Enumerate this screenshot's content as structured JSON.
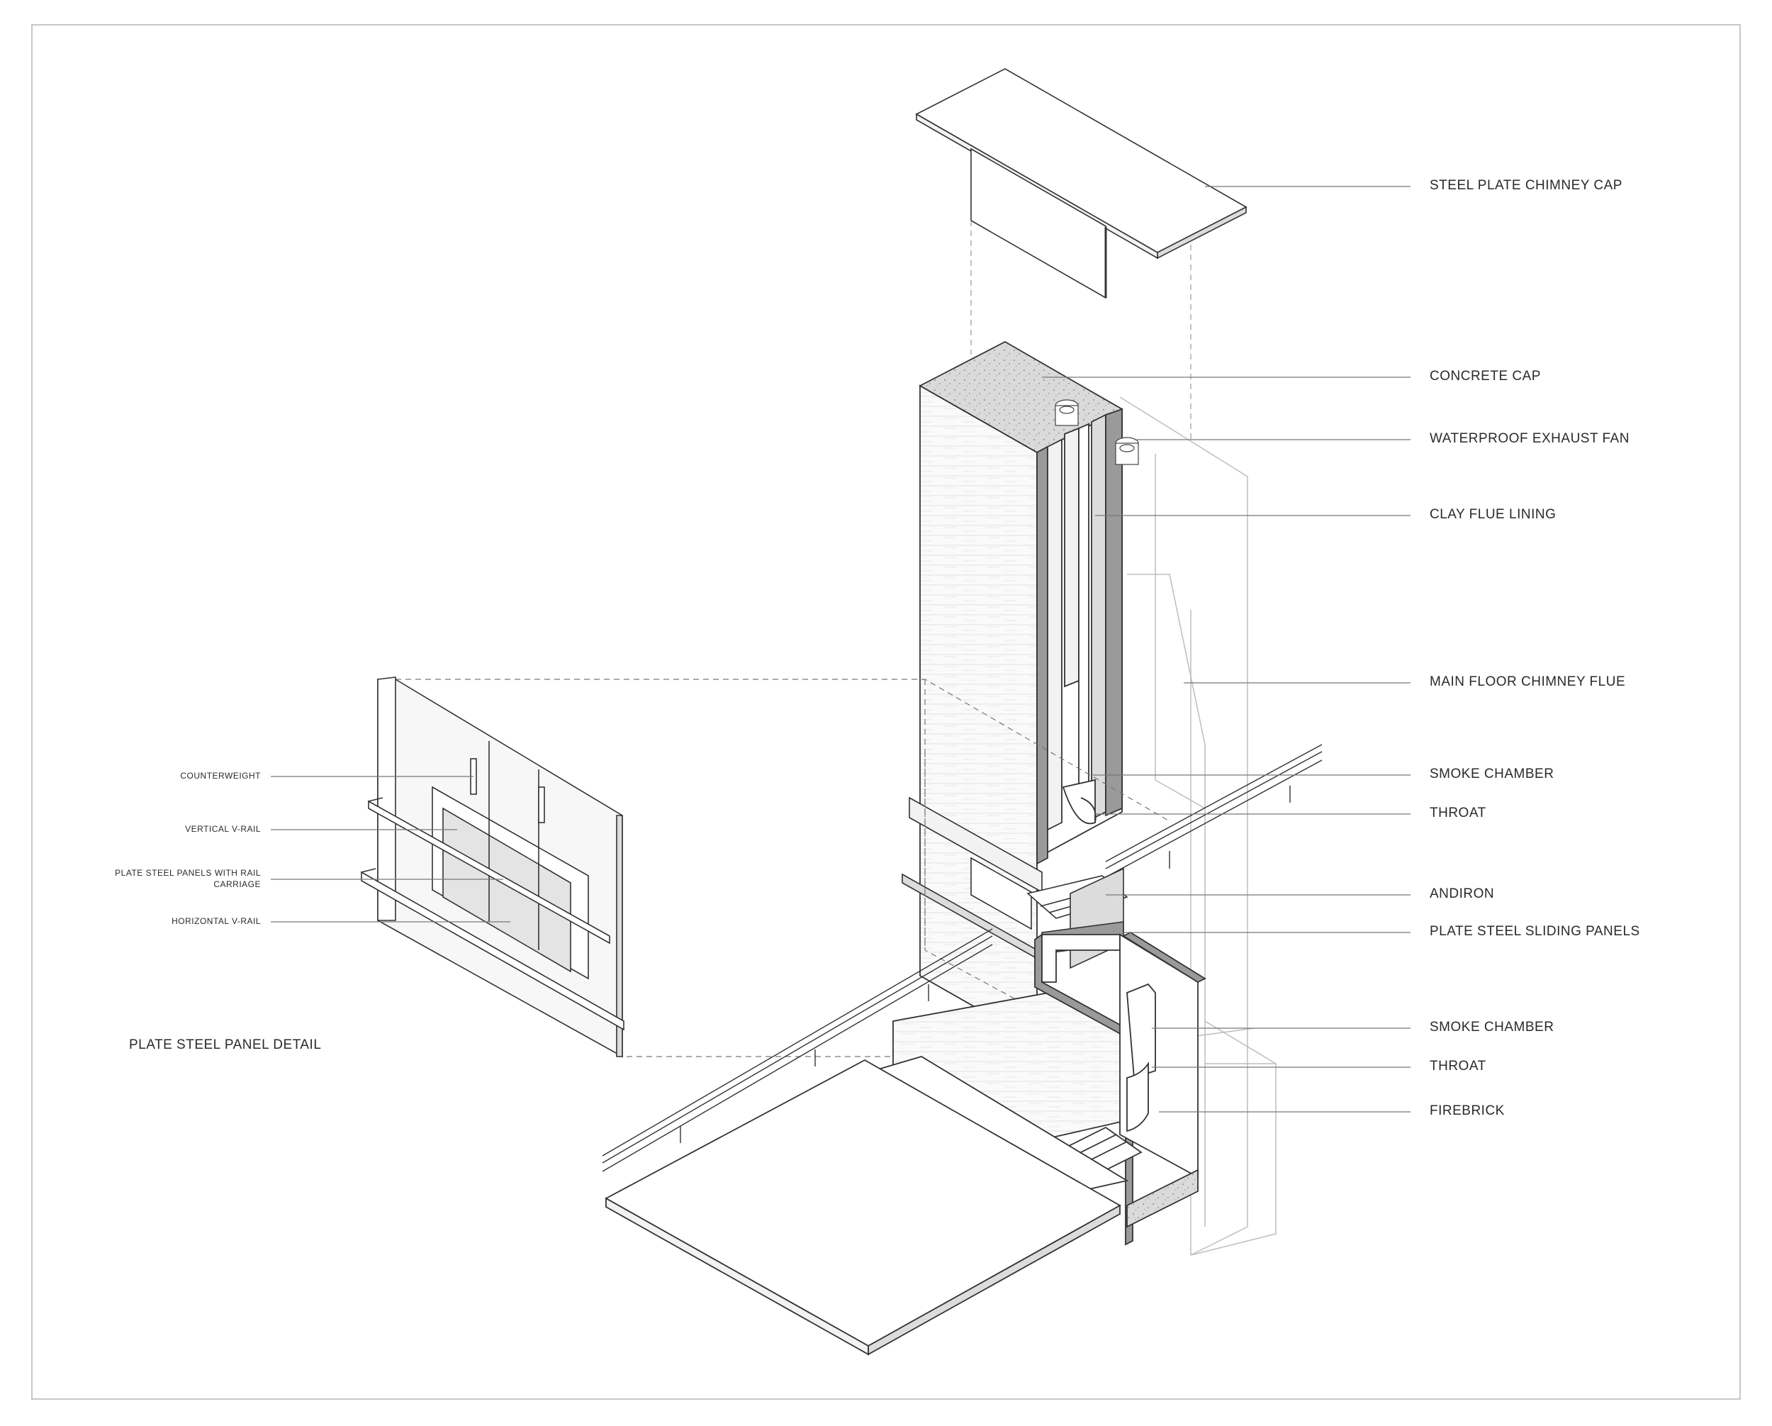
{
  "labels": {
    "steel_plate_chimney_cap": "STEEL PLATE CHIMNEY CAP",
    "concrete_cap": "CONCRETE CAP",
    "waterproof_exhaust_fan": "WATERPROOF EXHAUST FAN",
    "clay_flue_lining": "CLAY FLUE LINING",
    "main_floor_chimney_flue": "MAIN FLOOR CHIMNEY FLUE",
    "smoke_chamber_upper": "SMOKE CHAMBER",
    "throat_upper": "THROAT",
    "andiron": "ANDIRON",
    "plate_steel_sliding_panels": "PLATE STEEL SLIDING PANELS",
    "smoke_chamber_lower": "SMOKE CHAMBER",
    "throat_lower": "THROAT",
    "firebrick": "FIREBRICK"
  },
  "detail_labels": {
    "counterweight": "COUNTERWEIGHT",
    "vertical_v_rail": "VERTICAL V-RAIL",
    "plate_steel_panels_line1": "PLATE STEEL PANELS WITH RAIL",
    "plate_steel_panels_line2": "CARRIAGE",
    "horizontal_v_rail": "HORIZONTAL V-RAIL"
  },
  "detail_title": "PLATE STEEL PANEL DETAIL",
  "colors": {
    "line": "#333333",
    "leader": "#777777",
    "frame": "#c8c8c8",
    "hidden": "#bdbdbd",
    "fill_light": "#f2f2f2",
    "fill_mid": "#dcdcdc",
    "fill_dark": "#9a9a9a"
  }
}
